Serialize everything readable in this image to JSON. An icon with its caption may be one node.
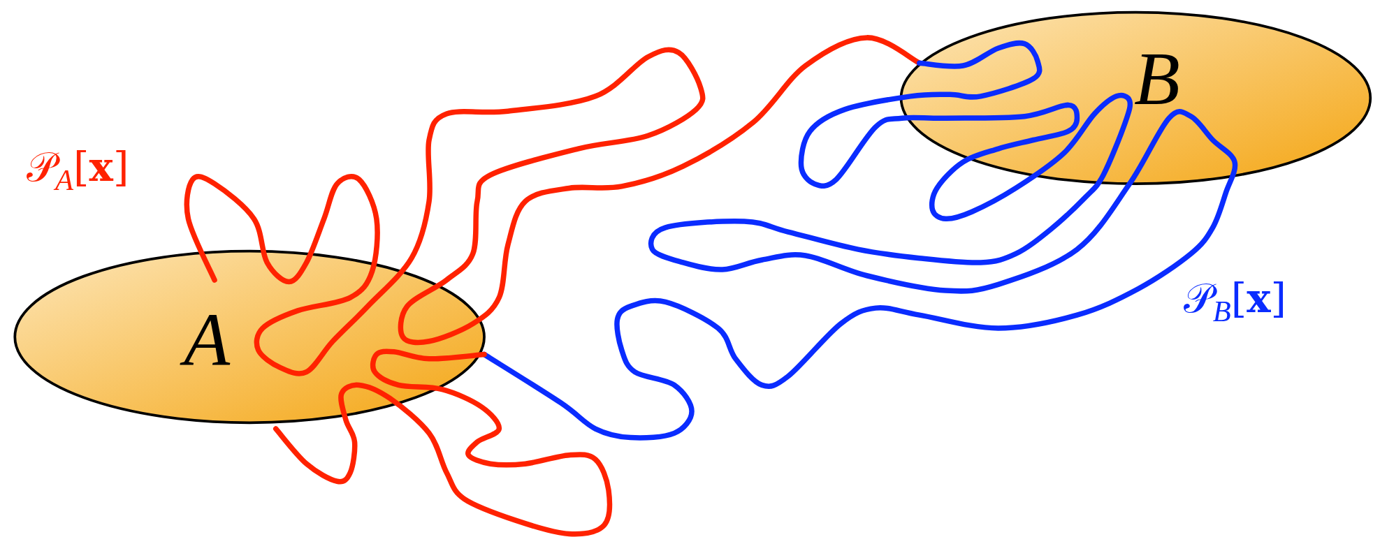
{
  "diagram": {
    "nodes": [
      {
        "text": [
          "A"
        ]
      },
      {
        "text": [
          "B"
        ]
      }
    ],
    "labels": [
      "𝒫$_{A}$[**x**]",
      "𝒫$_{B}$[**x**]"
    ]
  }
}
